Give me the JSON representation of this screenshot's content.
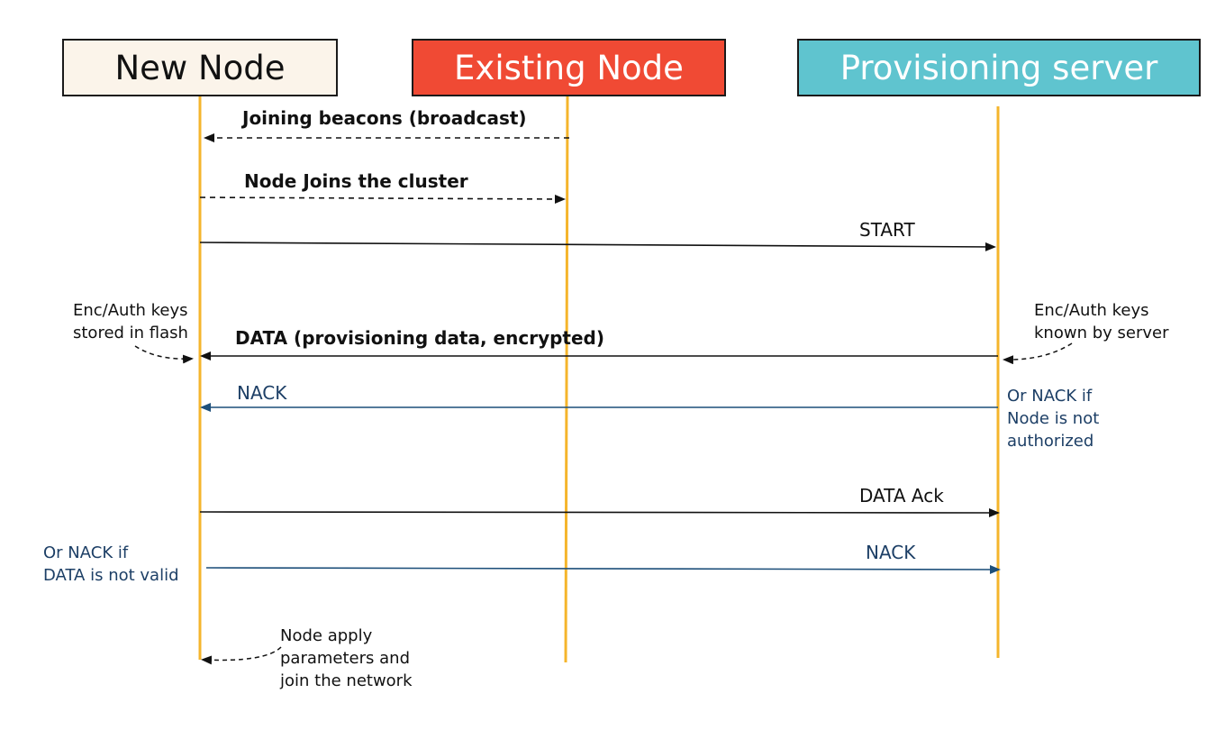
{
  "participants": {
    "new_node": "New Node",
    "existing_node": "Existing Node",
    "provisioning_server": "Provisioning server"
  },
  "messages": {
    "joining_beacons": "Joining beacons (broadcast)",
    "node_joins": "Node Joins the cluster",
    "start": "START",
    "data": "DATA (provisioning data, encrypted)",
    "nack_server": "NACK",
    "data_ack": "DATA Ack",
    "nack_node": "NACK"
  },
  "notes": {
    "keys_flash": [
      "Enc/Auth keys",
      "stored in flash"
    ],
    "keys_server": [
      "Enc/Auth keys",
      "known by server"
    ],
    "nack_not_authorized": [
      "Or NACK if",
      "Node is not",
      "authorized"
    ],
    "nack_data_invalid": [
      "Or NACK if",
      "DATA is not valid"
    ],
    "node_apply": [
      "Node apply",
      "parameters and",
      "join the network"
    ]
  },
  "colors": {
    "new_node_fill": "#fbf4ea",
    "existing_node_fill": "#f04a34",
    "provisioning_fill": "#5fc4cf",
    "lifeline": "#f5b52c",
    "arrow_black": "#111111",
    "arrow_blue": "#1d4f7a"
  }
}
